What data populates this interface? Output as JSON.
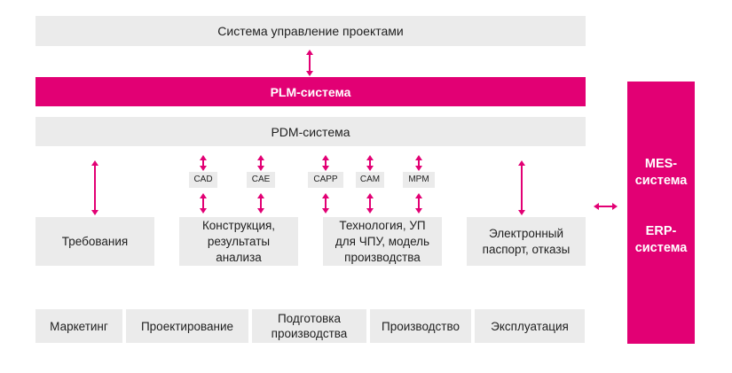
{
  "colors": {
    "magenta": "#E20074",
    "box-gray": "#EBEBEB",
    "text-dark": "#1F1F1F",
    "text-white": "#FFFFFF"
  },
  "boxes": {
    "project_system": "Система управление проектами",
    "plm": "PLM-система",
    "pdm": "PDM-система"
  },
  "tools": [
    {
      "label": "CAD"
    },
    {
      "label": "CAE"
    },
    {
      "label": "CAPP"
    },
    {
      "label": "CAM"
    },
    {
      "label": "MPM"
    }
  ],
  "artifacts": [
    {
      "label": "Требования"
    },
    {
      "label": "Конструкция, результаты анализа"
    },
    {
      "label": "Технология, УП для ЧПУ, модель производства"
    },
    {
      "label": "Электронный паспорт, отказы"
    }
  ],
  "stages": [
    {
      "label": "Маркетинг"
    },
    {
      "label": "Проектирование"
    },
    {
      "label": "Подготовка производства"
    },
    {
      "label": "Производство"
    },
    {
      "label": "Эксплуатация"
    }
  ],
  "side_panel": {
    "mes": "MES-\nсистема",
    "erp": "ERP-\nсистема"
  },
  "icons": {
    "double_arrow_vertical": "↕",
    "double_arrow_horizontal": "↔"
  }
}
